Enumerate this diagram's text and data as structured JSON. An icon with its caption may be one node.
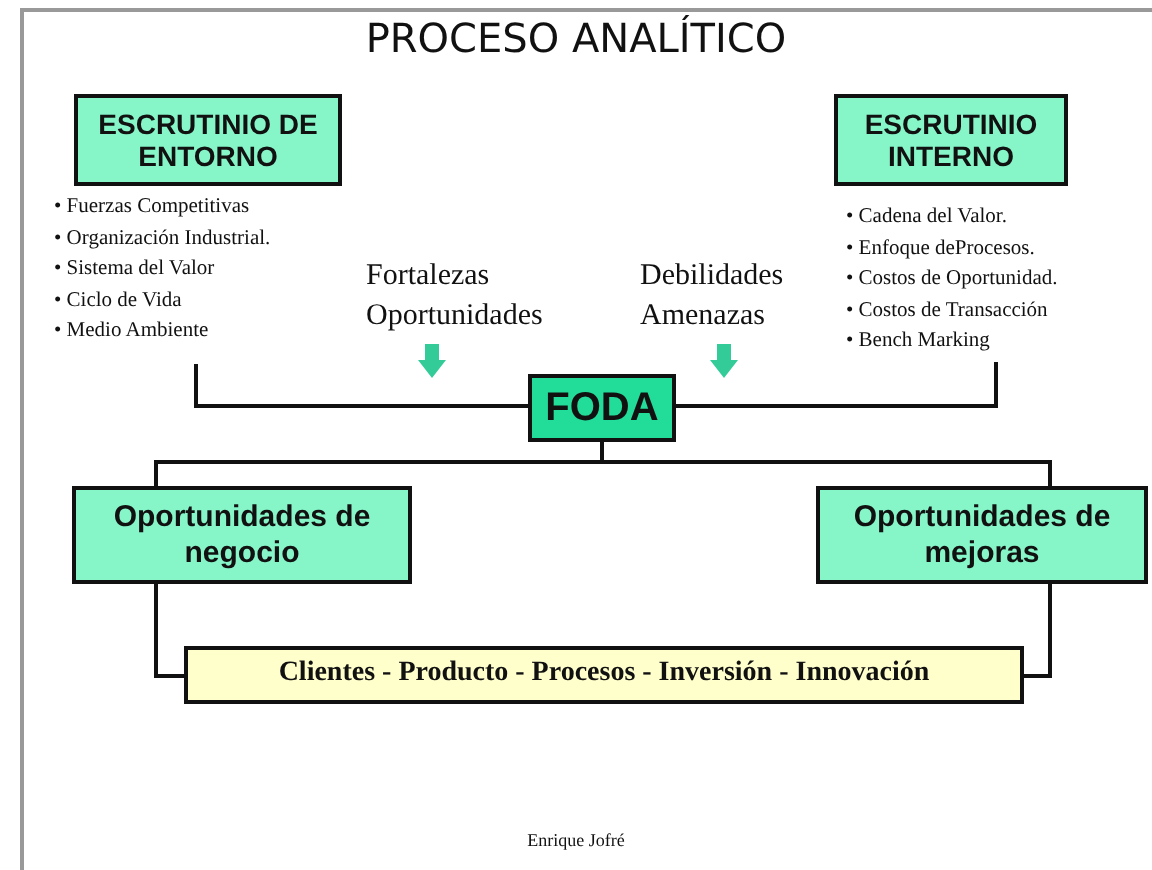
{
  "diagram": {
    "title": "PROCESO ANALÍTICO",
    "nodes": [
      {
        "text": [
          "ESCRUTINIO DE ENTORNO"
        ],
        "beside": [
          "• Fuerzas Competitivas",
          "• Organización Industrial.",
          "• Sistema del Valor",
          "• Ciclo de Vida",
          "• Medio Ambiente"
        ]
      },
      {
        "text": [
          "ESCRUTINIO INTERNO"
        ],
        "beside": [
          "• Cadena del Valor.",
          "• Enfoque deProcesos.",
          "• Costos de Oportunidad.",
          "• Costos de Transacción",
          "• Bench Marking"
        ]
      },
      {
        "text": [
          "FODA"
        ]
      },
      {
        "text": [
          "Oportunidades de negocio"
        ]
      },
      {
        "text": [
          "Oportunidades de mejoras"
        ]
      },
      {
        "text": [
          "Clientes - Producto - Procesos - Inversión - Innovación"
        ]
      }
    ],
    "edges": [
      {
        "from": 0,
        "to": 2,
        "arrow": "none"
      },
      {
        "from": 1,
        "to": 2,
        "arrow": "none"
      },
      {
        "from": 2,
        "to": 3,
        "arrow": "none"
      },
      {
        "from": 2,
        "to": 4,
        "arrow": "none"
      },
      {
        "from": 3,
        "to": 5,
        "arrow": "none"
      },
      {
        "from": 4,
        "to": 5,
        "arrow": "none"
      }
    ],
    "labels": [
      "Fortalezas Oportunidades",
      "Debilidades Amenazas",
      "Enrique Jofré"
    ]
  }
}
